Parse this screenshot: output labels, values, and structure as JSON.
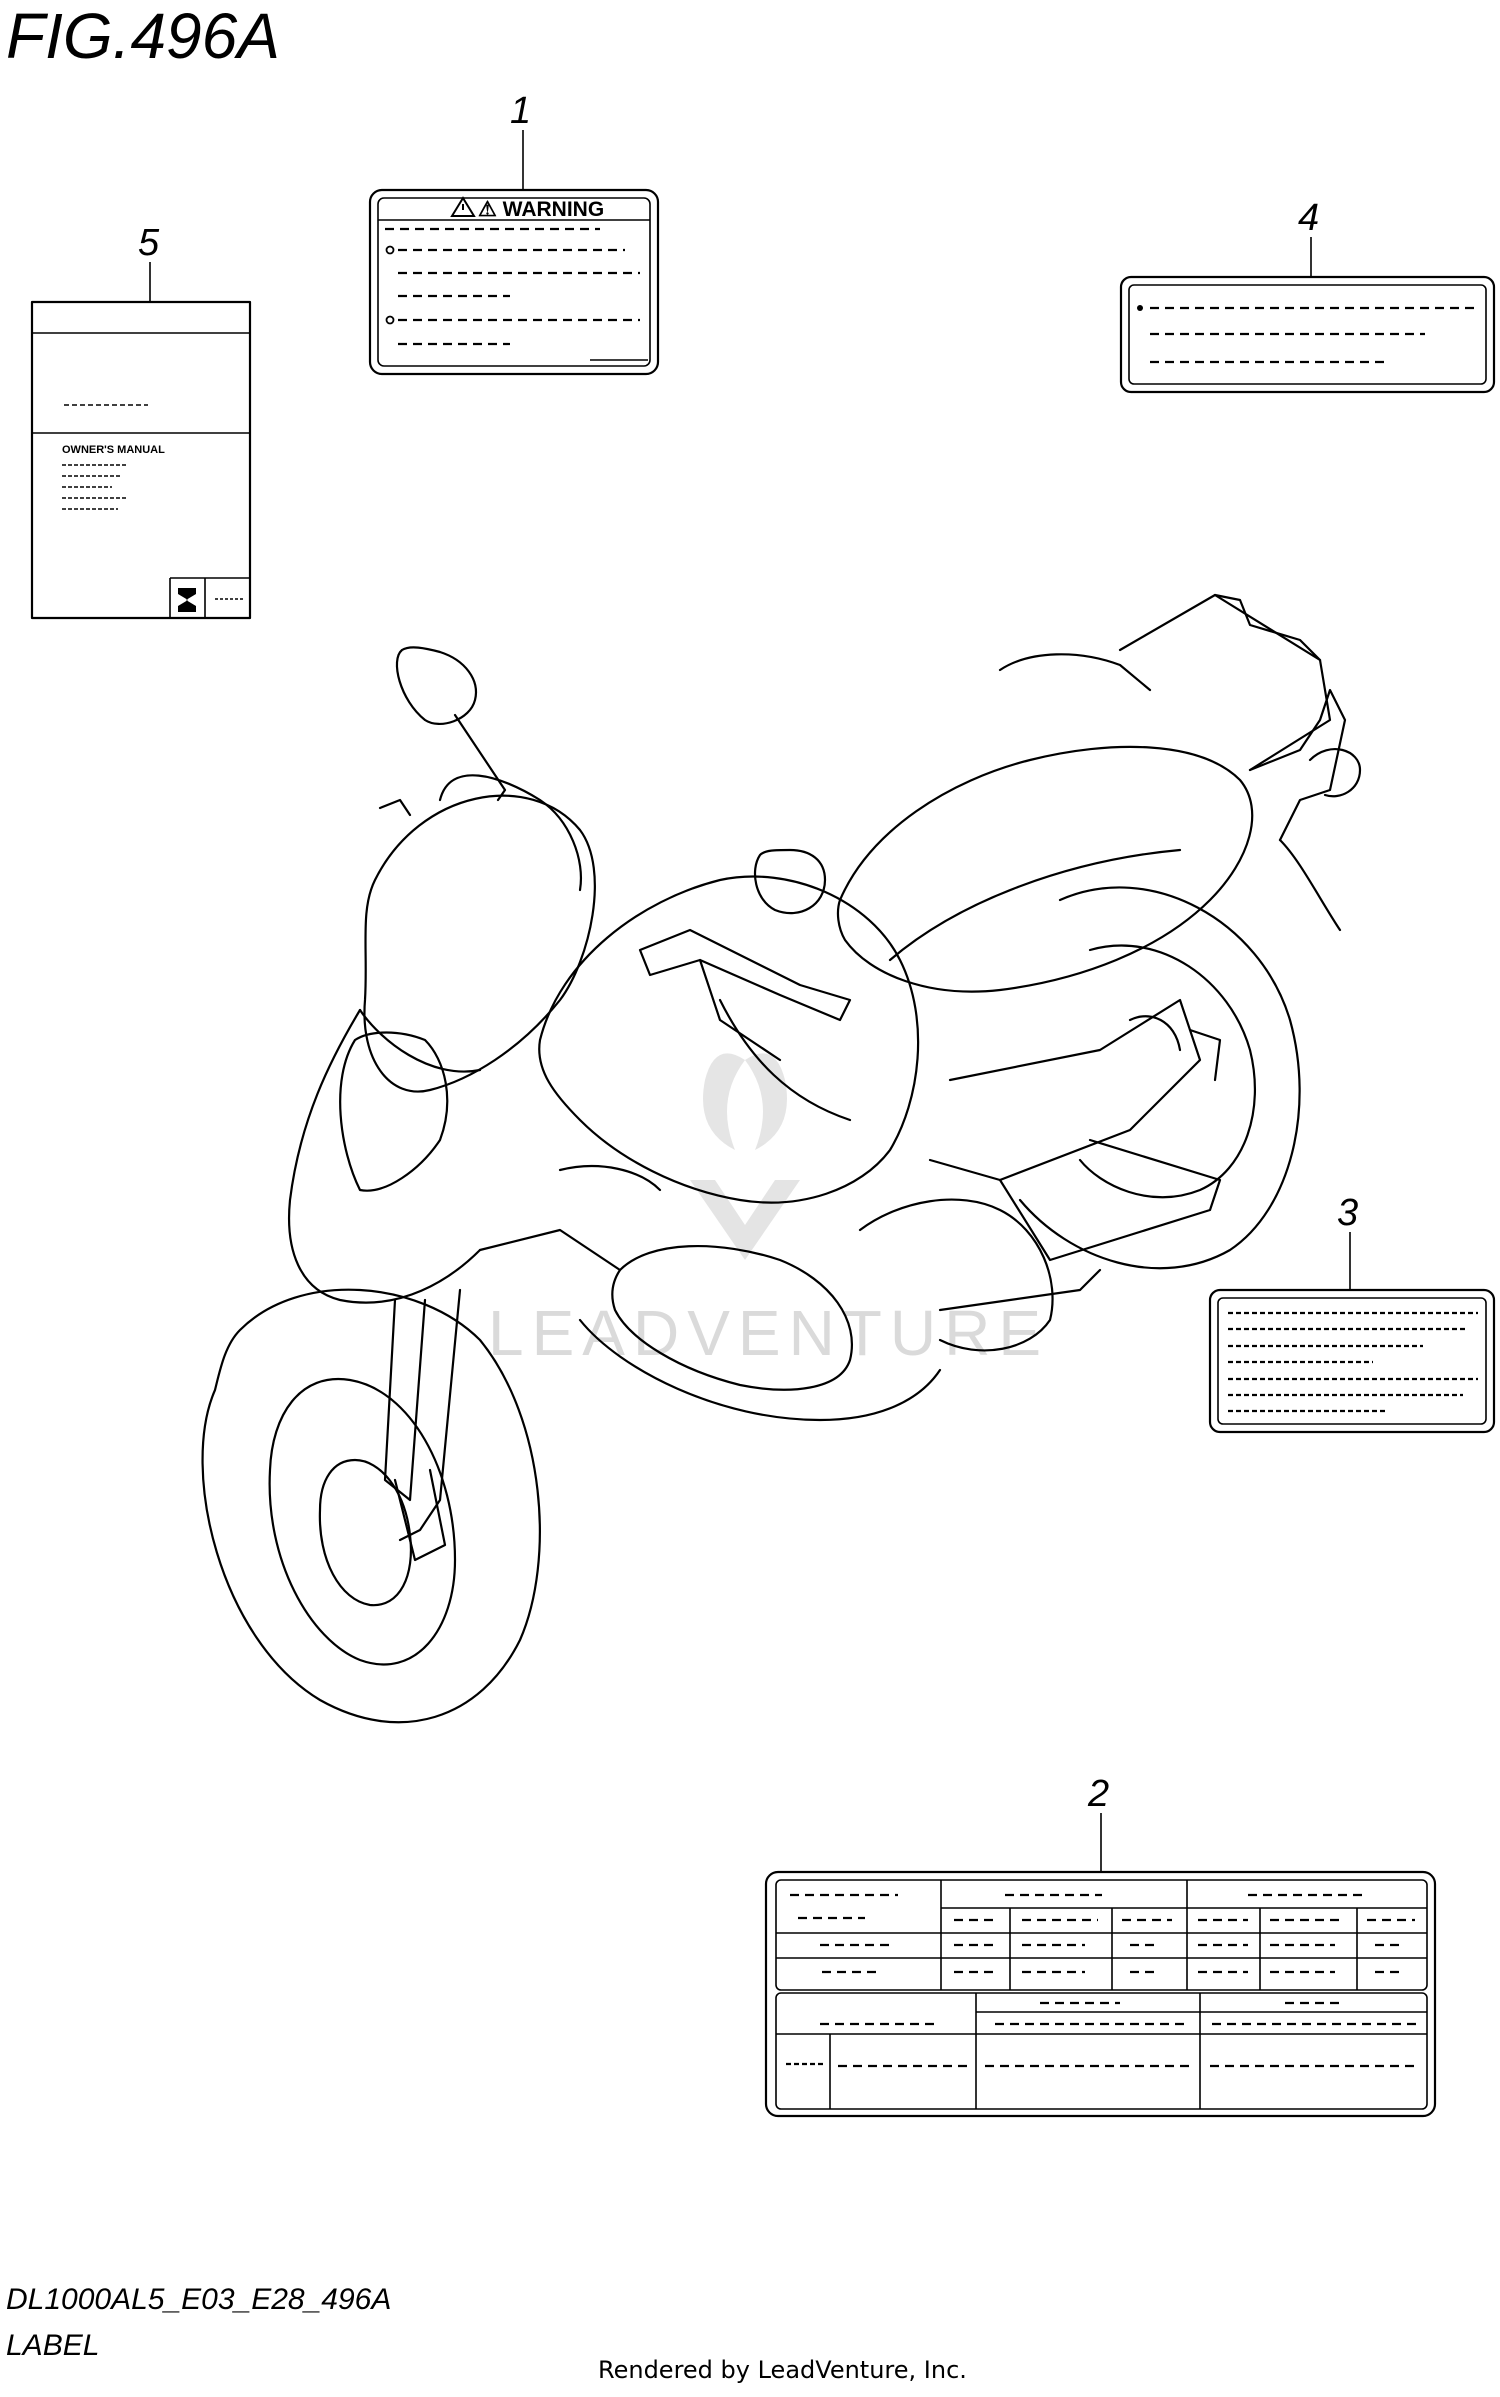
{
  "figure": {
    "title": "FIG.496A",
    "model_code": "DL1000AL5_E03_E28_496A",
    "group_name": "LABEL",
    "render_credit": "Rendered by LeadVenture, Inc.",
    "watermark": "LEADVENTURE"
  },
  "callouts": [
    {
      "id": "1",
      "label": "1"
    },
    {
      "id": "2",
      "label": "2"
    },
    {
      "id": "3",
      "label": "3"
    },
    {
      "id": "4",
      "label": "4"
    },
    {
      "id": "5",
      "label": "5"
    }
  ],
  "labels": {
    "warning_label": {
      "heading": "⚠ WARNING"
    },
    "owners_manual": {
      "heading": "OWNER'S MANUAL"
    }
  },
  "icons": {
    "warning": "warning-triangle-icon",
    "brand": "suzuki-logo-icon"
  }
}
